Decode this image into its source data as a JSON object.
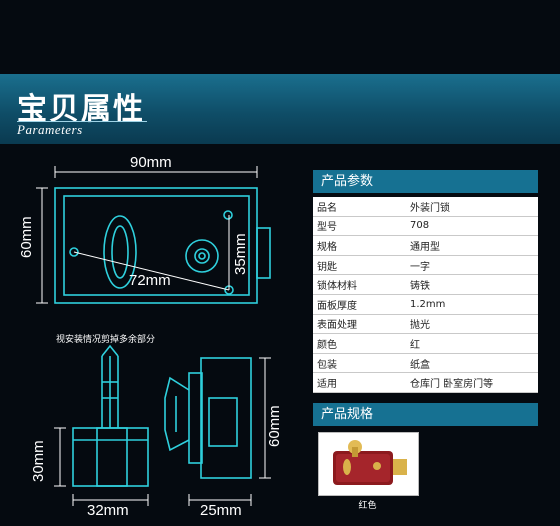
{
  "banner": {
    "title": "宝贝属性",
    "subtitle": "Parameters"
  },
  "dims": {
    "width_top": "90mm",
    "height_left": "60mm",
    "height_right": "35mm",
    "diagonal": "72mm",
    "cyl_height": "30mm",
    "cyl_width": "32mm",
    "side_height": "60mm",
    "side_width": "25mm"
  },
  "note": "视安装情况剪掉多余部分",
  "spec": {
    "header": "产品参数",
    "rows": [
      {
        "k": "品名",
        "v": "外装门锁"
      },
      {
        "k": "型号",
        "v": "708"
      },
      {
        "k": "规格",
        "v": "通用型"
      },
      {
        "k": "钥匙",
        "v": "一字"
      },
      {
        "k": "锁体材料",
        "v": "铸铁"
      },
      {
        "k": "面板厚度",
        "v": "1.2mm"
      },
      {
        "k": "表面处理",
        "v": "抛光"
      },
      {
        "k": "颜色",
        "v": "红"
      },
      {
        "k": "包装",
        "v": "纸盒"
      },
      {
        "k": "适用",
        "v": "仓库门 卧室房门等"
      }
    ]
  },
  "spec2": {
    "header": "产品规格",
    "caption": "红色"
  },
  "colors": {
    "outline": "#2fd0dd",
    "banner": "#15678a",
    "lock_red": "#8c1a1e"
  }
}
